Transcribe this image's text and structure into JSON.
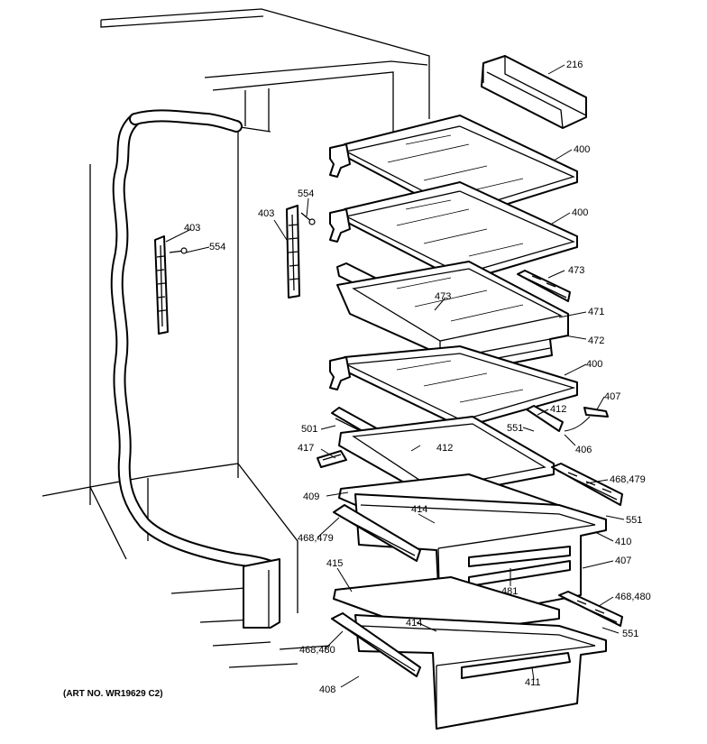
{
  "art_number": "(ART NO. WR19629 C2)",
  "callouts": [
    {
      "id": "216",
      "text": "216"
    },
    {
      "id": "400a",
      "text": "400"
    },
    {
      "id": "400b",
      "text": "400"
    },
    {
      "id": "554a",
      "text": "554"
    },
    {
      "id": "403a",
      "text": "403"
    },
    {
      "id": "403b",
      "text": "403"
    },
    {
      "id": "554b",
      "text": "554"
    },
    {
      "id": "473a",
      "text": "473"
    },
    {
      "id": "473b",
      "text": "473"
    },
    {
      "id": "471",
      "text": "471"
    },
    {
      "id": "472",
      "text": "472"
    },
    {
      "id": "400c",
      "text": "400"
    },
    {
      "id": "407a",
      "text": "407"
    },
    {
      "id": "412a",
      "text": "412"
    },
    {
      "id": "551a",
      "text": "551"
    },
    {
      "id": "406",
      "text": "406"
    },
    {
      "id": "501",
      "text": "501"
    },
    {
      "id": "417",
      "text": "417"
    },
    {
      "id": "412b",
      "text": "412"
    },
    {
      "id": "468-479a",
      "text": "468,479"
    },
    {
      "id": "409",
      "text": "409"
    },
    {
      "id": "414a",
      "text": "414"
    },
    {
      "id": "551b",
      "text": "551"
    },
    {
      "id": "468-479b",
      "text": "468,479"
    },
    {
      "id": "410",
      "text": "410"
    },
    {
      "id": "407b",
      "text": "407"
    },
    {
      "id": "415",
      "text": "415"
    },
    {
      "id": "481",
      "text": "481"
    },
    {
      "id": "468-480a",
      "text": "468,480"
    },
    {
      "id": "414b",
      "text": "414"
    },
    {
      "id": "551c",
      "text": "551"
    },
    {
      "id": "468-480b",
      "text": "468,480"
    },
    {
      "id": "411",
      "text": "411"
    },
    {
      "id": "408",
      "text": "408"
    }
  ]
}
